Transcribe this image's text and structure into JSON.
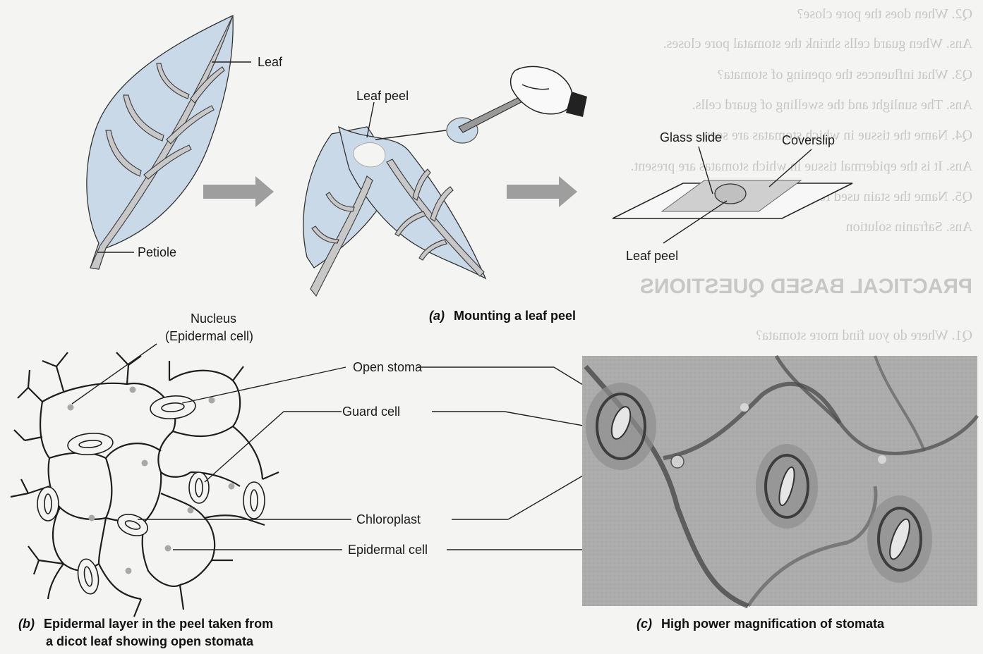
{
  "panel_a": {
    "caption_tag": "(a)",
    "caption": "Mounting a leaf peel",
    "labels": {
      "leaf": "Leaf",
      "petiole": "Petiole",
      "leaf_peel_top": "Leaf peel",
      "glass_slide": "Glass slide",
      "coverslip": "Coverslip",
      "leaf_peel_bottom": "Leaf peel"
    }
  },
  "panel_b": {
    "caption_tag": "(b)",
    "caption_line1": "Epidermal layer in the peel taken from",
    "caption_line2": "a dicot leaf showing open stomata",
    "labels": {
      "nucleus_line1": "Nucleus",
      "nucleus_line2": "(Epidermal cell)",
      "open_stoma": "Open stoma",
      "guard_cell": "Guard cell",
      "chloroplast": "Chloroplast",
      "epidermal_cell": "Epidermal cell"
    }
  },
  "panel_c": {
    "caption_tag": "(c)",
    "caption": "High power magnification of stomata"
  },
  "background_text": {
    "q2": "Q2.  When does the pore close?",
    "a2": "Ans.  When guard cells shrink the stomatal pore closes.",
    "q3": "Q3.  What influences the opening of stomata?",
    "a3": "Ans.  The sunlight and the swelling of guard cells.",
    "q4": "Q4.  Name the tissue in which stomatas are seen.",
    "a4": "Ans.  It is the epidermal tissue in which stomatas are present.",
    "q5": "Q5.  Name the stain used for preparing slide for stomata.",
    "a5": "Ans.  Safranin solution",
    "heading": "PRACTICAL BASED QUESTIONS",
    "q1": "Q1.  Where do you find more stomata?"
  }
}
